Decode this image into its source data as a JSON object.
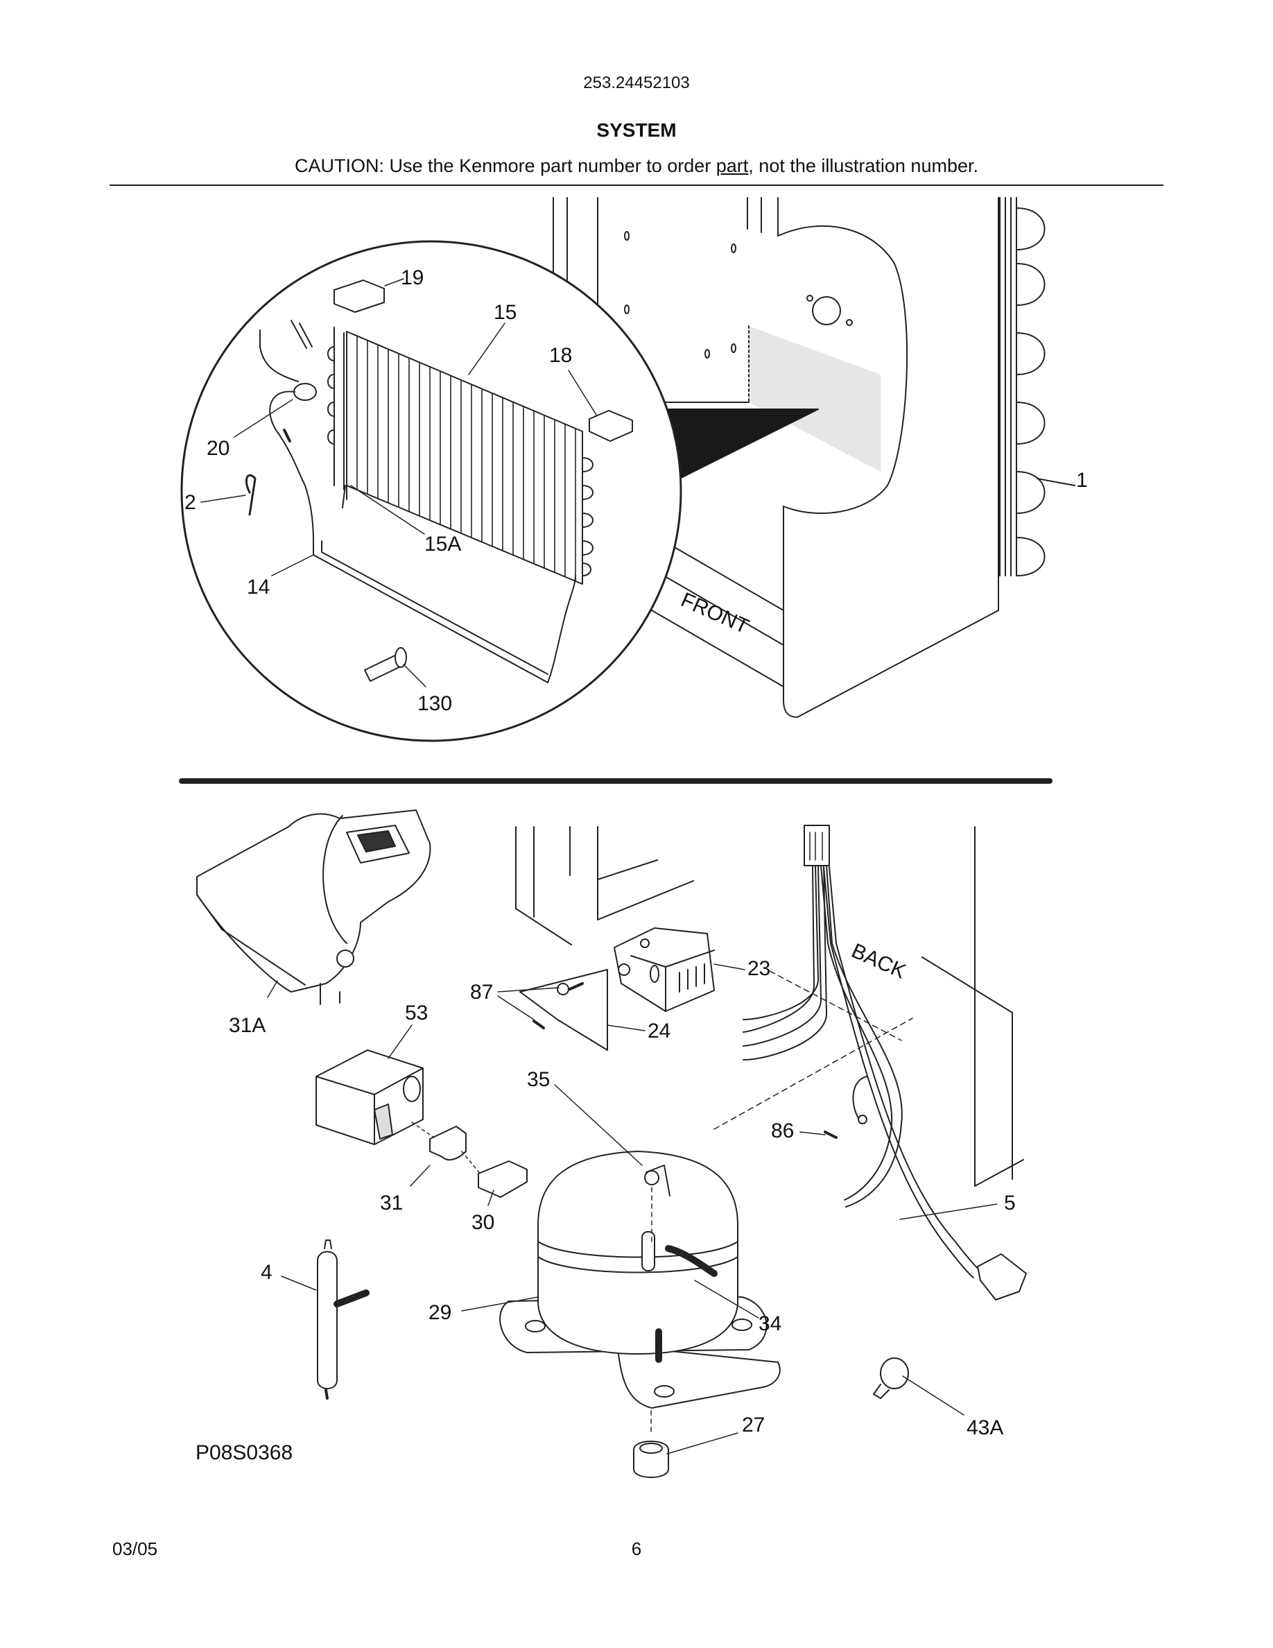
{
  "header": {
    "model_number": "253.24452103",
    "section_title": "SYSTEM",
    "caution_pre": "CAUTION: Use the Kenmore part number to order ",
    "caution_link": "part",
    "caution_post": ", not the illustration number."
  },
  "callouts": {
    "c19": "19",
    "c15": "15",
    "c18": "18",
    "c20": "20",
    "c2": "2",
    "c15a": "15A",
    "c14": "14",
    "c130": "130",
    "c1": "1",
    "front_label": "FRONT",
    "back_label": "BACK",
    "c31a": "31A",
    "c53": "53",
    "c87": "87",
    "c24": "24",
    "c23": "23",
    "c35": "35",
    "c86": "86",
    "c31": "31",
    "c30": "30",
    "c5": "5",
    "c4": "4",
    "c29": "29",
    "c34": "34",
    "c27": "27",
    "c43a": "43A"
  },
  "figure_id": "P08S0368",
  "footer": {
    "date": "03/05",
    "page": "6"
  }
}
